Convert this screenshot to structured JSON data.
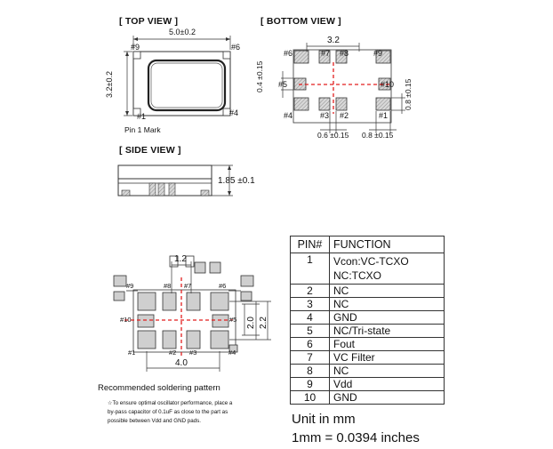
{
  "sections": {
    "top_view": "[ TOP VIEW ]",
    "bottom_view": "[ BOTTOM VIEW ]",
    "side_view": "[ SIDE VIEW ]"
  },
  "top_view": {
    "width_dim": "5.0±0.2",
    "height_dim": "3.2±0.2",
    "pin9": "#9",
    "pin6": "#6",
    "pin1": "#1",
    "pin4": "#4",
    "pin1_mark": "Pin 1 Mark"
  },
  "bottom_view": {
    "dim_3_2": "3.2",
    "dim_0_4": "0.4 ±0.15",
    "dim_0_8": "0.8 ±0.15",
    "dim_0_6": "0.6 ±0.15",
    "dim_0_8b": "0.8 ±0.15",
    "pin6": "#6",
    "pin7": "#7",
    "pin8": "#8",
    "pin9": "#9",
    "pin5": "#5",
    "pin10": "#10",
    "pin4": "#4",
    "pin3": "#3",
    "pin2": "#2",
    "pin1": "#1"
  },
  "side_view": {
    "height_dim": "1.85 ±0.1"
  },
  "soldering": {
    "dim_1_2": "1.2",
    "dim_2_0": "2.0",
    "dim_2_2": "2.2",
    "dim_4_0": "4.0",
    "pin9": "#9",
    "pin8": "#8",
    "pin7": "#7",
    "pin6": "#6",
    "pin10": "#10",
    "pin5": "#5",
    "pin1": "#1",
    "pin2": "#2",
    "pin3": "#3",
    "pin4": "#4",
    "title": "Recommended soldering pattern",
    "note": "☆To ensure optimal oscillator performance, place a by-pass capacitor of 0.1uF as close to the part as possible between Vdd and GND pads."
  },
  "pin_table": {
    "headers": [
      "PIN#",
      "FUNCTION"
    ],
    "rows": [
      {
        "pin": "1",
        "func": "Vcon:VC-TCXO",
        "func2": "NC:TCXO"
      },
      {
        "pin": "2",
        "func": "NC"
      },
      {
        "pin": "3",
        "func": "NC"
      },
      {
        "pin": "4",
        "func": "GND"
      },
      {
        "pin": "5",
        "func": "NC/Tri-state"
      },
      {
        "pin": "6",
        "func": "Fout"
      },
      {
        "pin": "7",
        "func": "VC Filter"
      },
      {
        "pin": "8",
        "func": "NC"
      },
      {
        "pin": "9",
        "func": "Vdd"
      },
      {
        "pin": "10",
        "func": "GND"
      }
    ]
  },
  "units": {
    "line1": "Unit in mm",
    "line2": "1mm = 0.0394 inches"
  }
}
